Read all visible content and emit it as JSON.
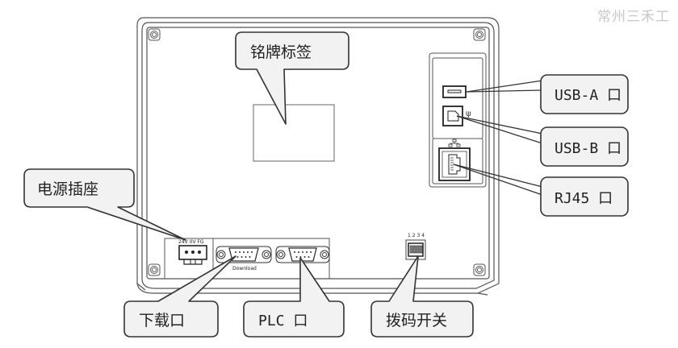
{
  "watermark": "常州三禾工",
  "device": {
    "power_terminal_labels": "24V 0V FG",
    "download_port_label": "Download",
    "dip_switch_numbers": "1 2 3 4"
  },
  "callouts": {
    "nameplate": "铭牌标签",
    "power_socket": "电源插座",
    "usb_a": "USB-A 口",
    "usb_b": "USB-B 口",
    "rj45": "RJ45 口",
    "download": "下载口",
    "plc": "PLC 口",
    "dip_switch": "拨码开关"
  },
  "colors": {
    "line": "#444444",
    "callout_fill": "#f2f2f2",
    "callout_stroke": "#333333",
    "watermark": "#c8c8c8"
  }
}
